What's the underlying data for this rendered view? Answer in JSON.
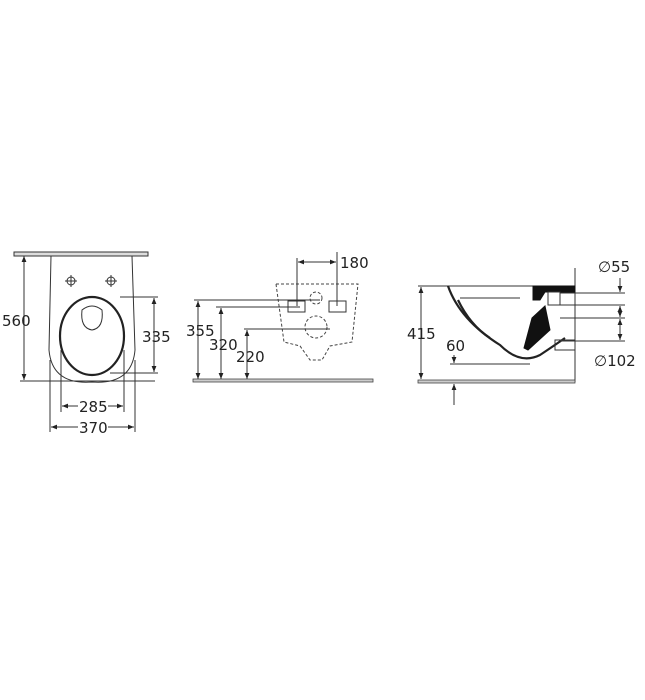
{
  "front_view": {
    "height": "560",
    "seat_height": "335",
    "seat_width": "285",
    "width": "370"
  },
  "wall_view": {
    "fixing_spacing": "180",
    "top_height": "355",
    "fixing_height": "320",
    "outlet_height": "220"
  },
  "side_view": {
    "height": "415",
    "bottom_clearance": "60",
    "inlet_diameter": "∅55",
    "outlet_diameter": "∅102"
  }
}
